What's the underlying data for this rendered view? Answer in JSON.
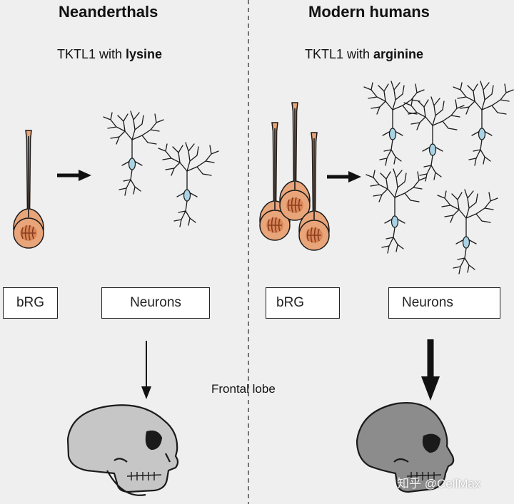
{
  "left": {
    "heading": "Neanderthals",
    "subtitle_prefix": "TKTL1 with ",
    "subtitle_bold": "lysine",
    "box_brg": "bRG",
    "box_neurons": "Neurons"
  },
  "right": {
    "heading": "Modern humans",
    "subtitle_prefix": "TKTL1 with ",
    "subtitle_bold": "arginine",
    "box_brg": "bRG",
    "box_neurons": "Neurons"
  },
  "center_label": "Frontal lobe",
  "watermark": "知乎 @CellMax",
  "colors": {
    "background": "#efefef",
    "cell_body": "#e9a57a",
    "cell_nucleus": "#c96a3d",
    "neuron_soma": "#a9d3e4",
    "skull_left": "#c6c6c6",
    "skull_right": "#8c8c8c",
    "outline": "#1a1a1a"
  }
}
